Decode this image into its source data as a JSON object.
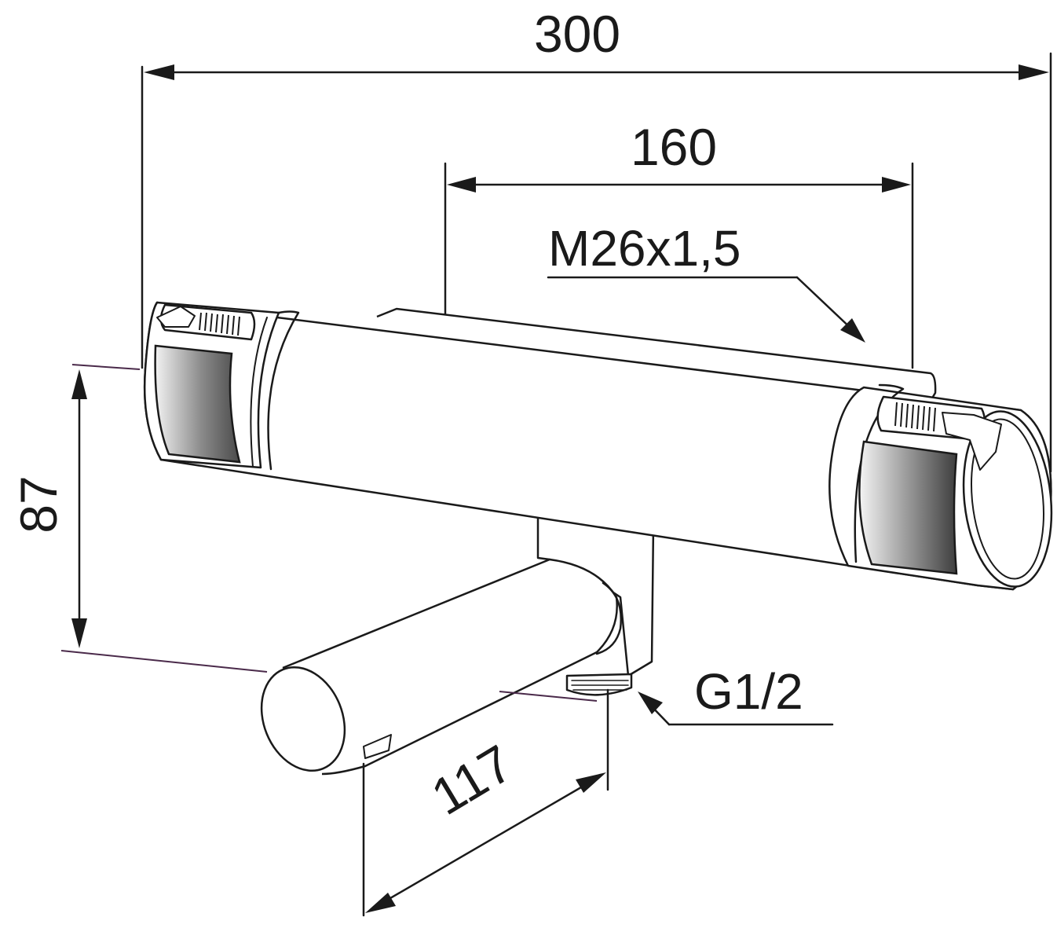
{
  "dimensions": {
    "overall_width": "300",
    "valve_spacing": "160",
    "thread_spec": "M26x1,5",
    "height": "87",
    "spout_depth": "117",
    "connection": "G1/2"
  },
  "colors": {
    "line": "#1a1a1a",
    "extension": "#4a2a4a",
    "grip_dark": "#555555",
    "grip_light": "#f2f2f2"
  }
}
